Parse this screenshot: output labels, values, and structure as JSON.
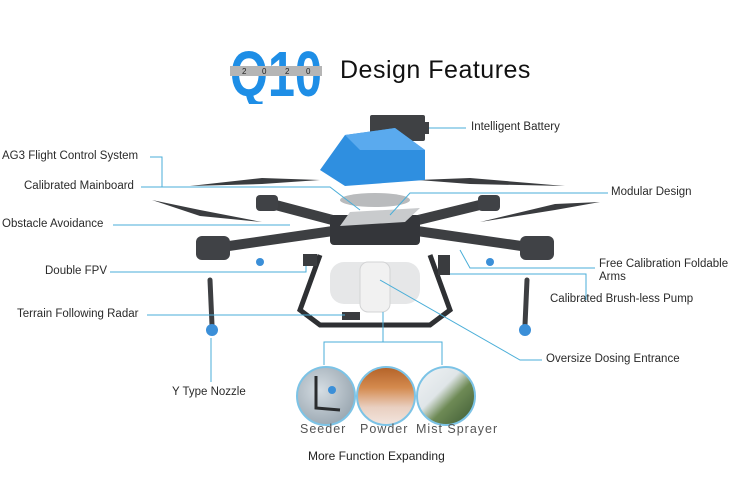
{
  "header": {
    "logo": {
      "model": "Q10",
      "year_digits": [
        "2",
        "0",
        "2",
        "0"
      ]
    },
    "title": "Design Features"
  },
  "colors": {
    "accent_blue": "#1e8ee6",
    "leader_line": "#4aaed8",
    "logo_band": "#b5b5b5",
    "drone_body": "#3d3f42"
  },
  "callouts": {
    "left": [
      {
        "label": "AG3 Flight Control System"
      },
      {
        "label": "Calibrated Mainboard"
      },
      {
        "label": "Obstacle Avoidance"
      },
      {
        "label": "Double FPV"
      },
      {
        "label": "Terrain Following Radar"
      },
      {
        "label": "Y Type Nozzle"
      }
    ],
    "right": [
      {
        "label": "Intelligent Battery"
      },
      {
        "label": "Modular Design"
      },
      {
        "label": "Free Calibration Foldable Arms",
        "line1": "Free Calibration Foldable",
        "line2": "Arms"
      },
      {
        "label": "Calibrated Brush-less Pump"
      },
      {
        "label": "Oversize Dosing Entrance"
      }
    ]
  },
  "functions": {
    "items": [
      {
        "label": "Seeder",
        "icon": "seeder-photo"
      },
      {
        "label": "Powder",
        "icon": "powder-photo"
      },
      {
        "label": "Mist Sprayer",
        "icon": "mist-sprayer-photo"
      }
    ],
    "caption": "More Function Expanding"
  }
}
